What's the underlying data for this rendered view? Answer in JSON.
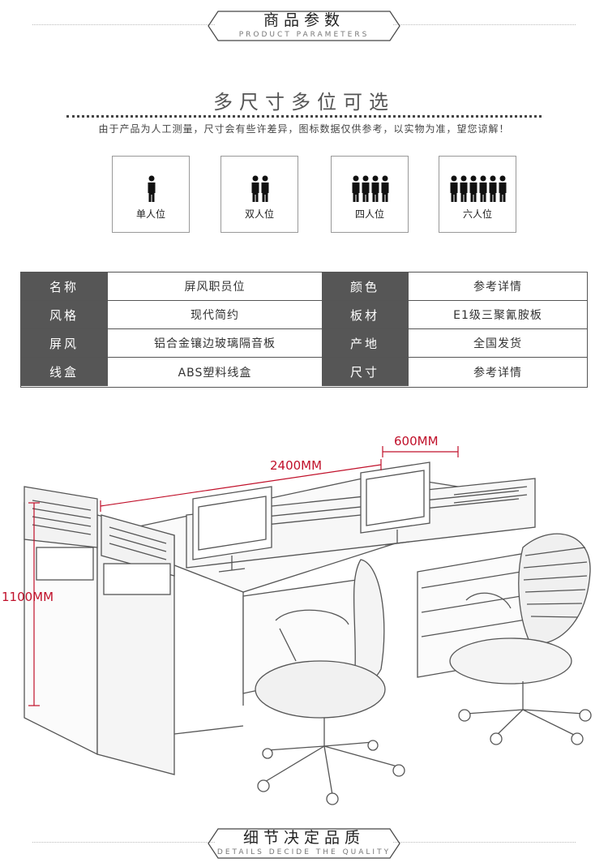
{
  "header": {
    "title": "商品参数",
    "subtitle": "PRODUCT PARAMETERS"
  },
  "sizes": {
    "title": "多尺寸多位可选",
    "note": "由于产品为人工测量，尺寸会有些许差异，图标数据仅供参考，以实物为准，望您谅解！",
    "options": [
      {
        "label": "单人位",
        "people": 1
      },
      {
        "label": "双人位",
        "people": 2
      },
      {
        "label": "四人位",
        "people": 4
      },
      {
        "label": "六人位",
        "people": 6
      }
    ]
  },
  "params": {
    "rows": [
      [
        "名称",
        "屏风职员位",
        "颜色",
        "参考详情"
      ],
      [
        "风格",
        "现代简约",
        "板材",
        "E1级三聚氰胺板"
      ],
      [
        "屏风",
        "铝合金镶边玻璃隔音板",
        "产地",
        "全国发货"
      ],
      [
        "线盒",
        "ABS塑料线盒",
        "尺寸",
        "参考详情"
      ]
    ]
  },
  "drawing": {
    "width_label": "2400MM",
    "depth_label": "600MM",
    "height_label": "1100MM",
    "dim_color": "#c0102a"
  },
  "footer": {
    "title": "细节决定品质",
    "subtitle": "DETAILS DECIDE THE QUALITY"
  }
}
